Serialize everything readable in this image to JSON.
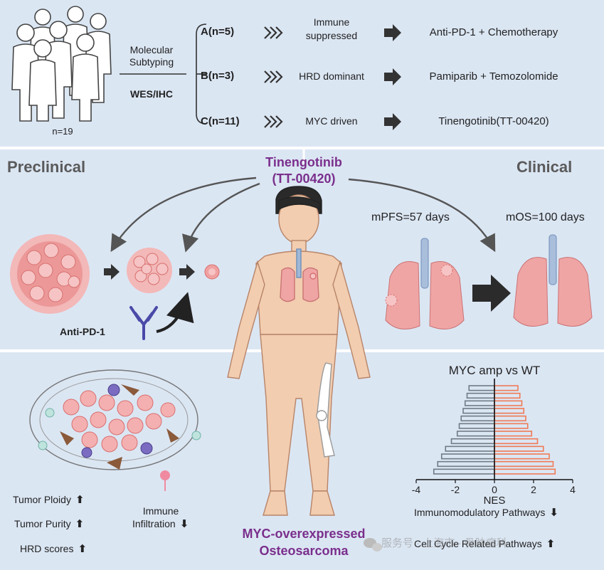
{
  "cohort": {
    "n": "n=19",
    "method_line1": "Molecular",
    "method_line2": "Subtyping",
    "method_tech": "WES/IHC"
  },
  "subtypes": [
    {
      "group": "A(n=5)",
      "feature_line1": "Immune",
      "feature_line2": "suppressed",
      "therapy": "Anti-PD-1 + Chemotherapy"
    },
    {
      "group": "B(n=3)",
      "feature_line1": "HRD dominant",
      "feature_line2": "",
      "therapy": "Pamiparib + Temozolomide"
    },
    {
      "group": "C(n=11)",
      "feature_line1": "MYC driven",
      "feature_line2": "",
      "therapy": "Tinengotinib(TT-00420)"
    }
  ],
  "middle": {
    "preclinical": "Preclinical",
    "clinical": "Clinical",
    "drug_line1": "Tinengotinib",
    "drug_line2": "(TT-00420)",
    "antipd1": "Anti-PD-1",
    "mpfs": "mPFS=57 days",
    "mos": "mOS=100 days"
  },
  "bottom": {
    "ploidy": "Tumor Ploidy",
    "purity": "Tumor Purity",
    "hrd": "HRD scores",
    "immune_line1": "Immune",
    "immune_line2": "Infiltration",
    "subject_line1": "MYC-overexpressed",
    "subject_line2": "Osteosarcoma",
    "pathway_immuno": "Immunomodulatory Pathways",
    "pathway_cell": "Cell Cycle Related Pathways",
    "watermark": "服务号 · 上海市 · 骨肿瘤科"
  },
  "colors": {
    "background": "#dbe6f3",
    "purple": "#7a2f8c",
    "tumor": "#e88a8a",
    "lung": "#f0a5a5",
    "bar_negative": "#6f7b86",
    "bar_positive": "#f07a55"
  },
  "chart_data": {
    "type": "bar",
    "orientation": "horizontal",
    "title": "MYC amp vs WT",
    "xlabel": "NES",
    "xlim": [
      -4,
      4
    ],
    "xticks": [
      -4,
      -2,
      0,
      2,
      4
    ],
    "series": [
      {
        "values": [
          -1.3,
          -1.4,
          -1.5,
          -1.6,
          -1.7,
          -1.8,
          -1.9,
          -2.2,
          -2.5,
          -2.7,
          -2.9,
          -3.1
        ]
      },
      {
        "values": [
          1.2,
          1.3,
          1.4,
          1.5,
          1.6,
          1.7,
          1.9,
          2.2,
          2.5,
          2.8,
          3.0,
          3.1
        ]
      }
    ]
  }
}
